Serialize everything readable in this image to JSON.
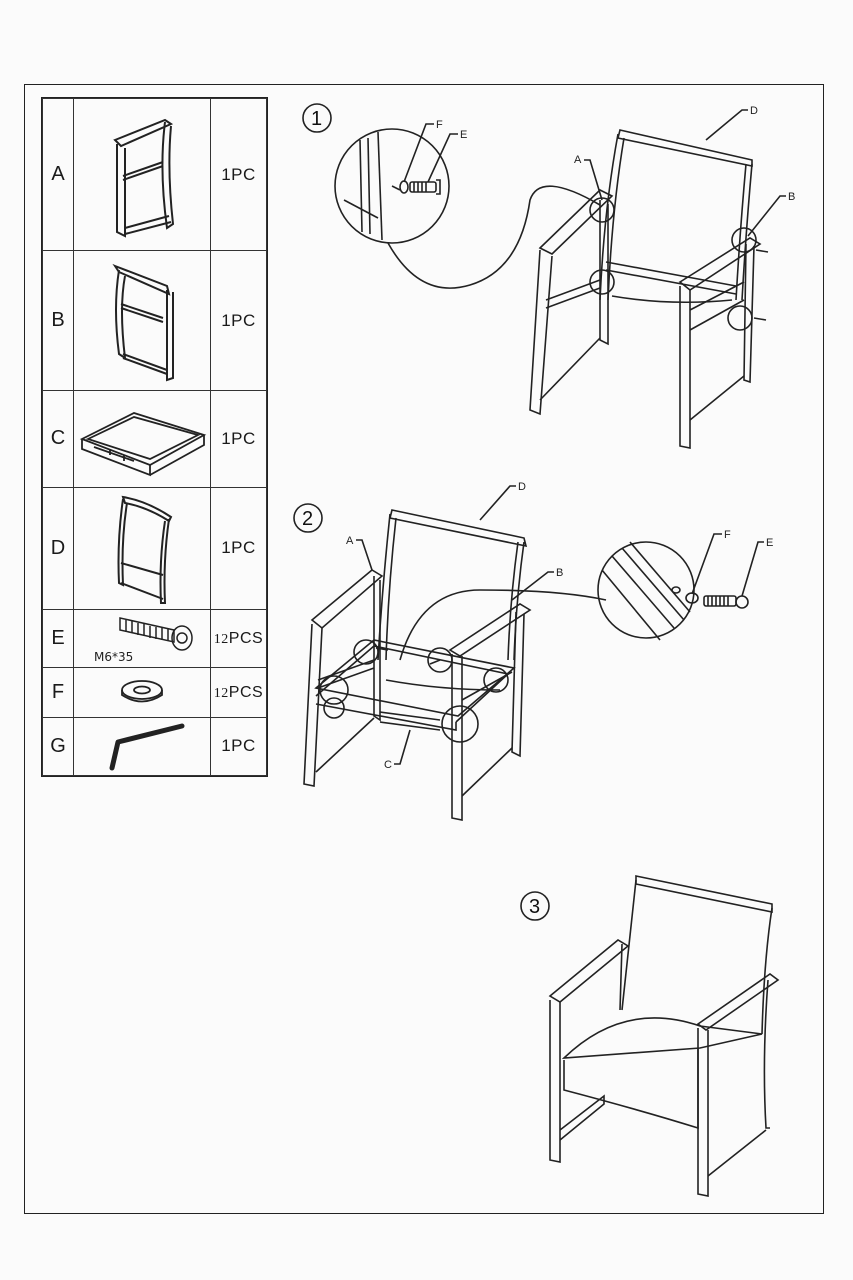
{
  "parts_table": [
    {
      "letter": "A",
      "qty": "1PC",
      "icon": "side-frame-left"
    },
    {
      "letter": "B",
      "qty": "1PC",
      "icon": "side-frame-right"
    },
    {
      "letter": "C",
      "qty": "1PC",
      "icon": "seat-frame"
    },
    {
      "letter": "D",
      "qty": "1PC",
      "icon": "backrest"
    },
    {
      "letter": "E",
      "qty_num": "12",
      "qty_unit": "PCS",
      "icon": "bolt",
      "spec": "M6*35"
    },
    {
      "letter": "F",
      "qty_num": "12",
      "qty_unit": "PCS",
      "icon": "washer"
    },
    {
      "letter": "G",
      "qty": "1PC",
      "icon": "allen-key"
    }
  ],
  "steps": [
    {
      "number": "1",
      "callouts": [
        "A",
        "B",
        "D",
        "E",
        "F"
      ]
    },
    {
      "number": "2",
      "callouts": [
        "A",
        "B",
        "C",
        "D",
        "E",
        "F"
      ]
    },
    {
      "number": "3"
    }
  ]
}
